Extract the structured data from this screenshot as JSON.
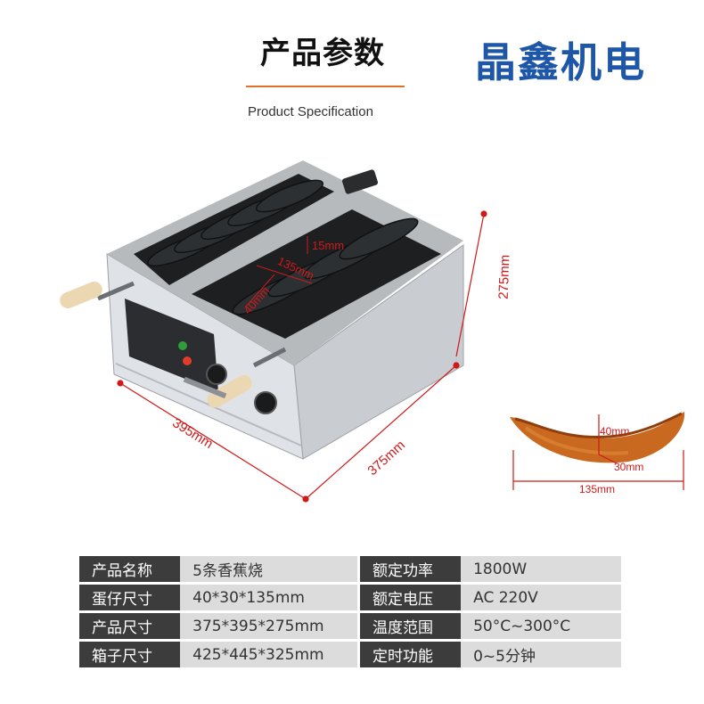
{
  "header": {
    "title_zh": "产品参数",
    "brand": "晶鑫机电",
    "title_en": "Product Specification"
  },
  "colors": {
    "brand_blue": "#1f57a8",
    "accent_orange": "#e0722c",
    "dimension_red": "#d01919",
    "table_key_bg": "#3c3c3c",
    "table_value_bg": "#dcdcdc"
  },
  "machine_dims": {
    "width": "395mm",
    "depth": "375mm",
    "height": "275mm",
    "mold_length": "135mm",
    "mold_width": "40mm",
    "mold_gap": "15mm"
  },
  "product_dims": {
    "height": "40mm",
    "thickness": "30mm",
    "length": "135mm"
  },
  "specs": [
    {
      "k1": "产品名称",
      "v1": "5条香蕉烧",
      "k2": "额定功率",
      "v2": "1800W"
    },
    {
      "k1": "蛋仔尺寸",
      "v1": "40*30*135mm",
      "k2": "额定电压",
      "v2": "AC 220V"
    },
    {
      "k1": "产品尺寸",
      "v1": "375*395*275mm",
      "k2": "温度范围",
      "v2": "50°C~300°C"
    },
    {
      "k1": "箱子尺寸",
      "v1": "425*445*325mm",
      "k2": "定时功能",
      "v2": "0~5分钟"
    }
  ]
}
